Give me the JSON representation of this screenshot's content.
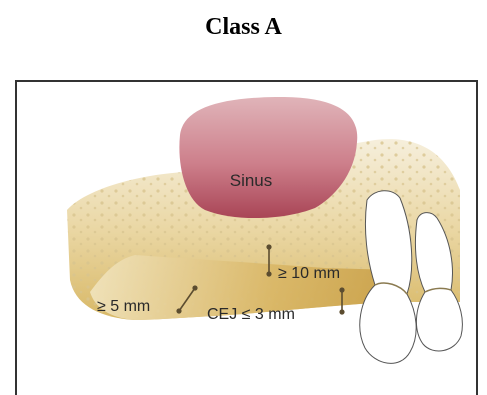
{
  "title": "Class A",
  "diagram": {
    "labels": {
      "sinus": "Sinus",
      "bone_height": "≥ 10 mm",
      "bone_width": "≥ 5 mm",
      "cej": "CEJ ≤ 3 mm"
    },
    "colors": {
      "frame": "#333333",
      "sinus_top": "#d59aa2",
      "sinus_bottom": "#b24c5c",
      "bone_light": "#f3ead2",
      "bone_dark": "#cfa94e",
      "tooth": "#ffffff",
      "marker": "#6b5a3a"
    }
  }
}
